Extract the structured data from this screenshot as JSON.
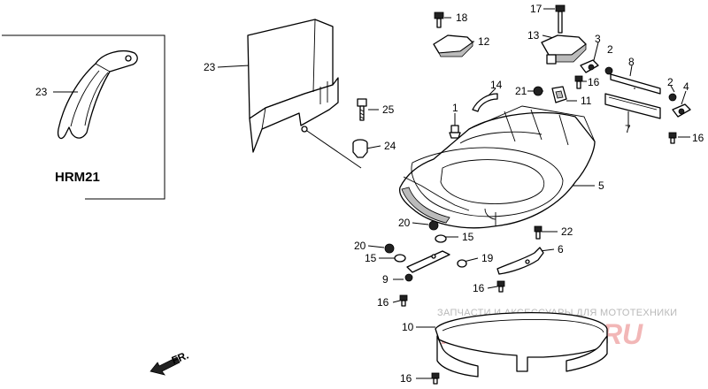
{
  "diagram": {
    "inset_model": "HRM21",
    "direction_label": "FR.",
    "watermark": {
      "caption": "ЗАПЧАСТИ И АКСЕССУАРЫ ДЛЯ МОТОТЕХНИКИ",
      "logo": "PARTSFOR.RU"
    },
    "callouts": [
      "23",
      "23",
      "18",
      "12",
      "17",
      "13",
      "3",
      "8",
      "2",
      "4",
      "14",
      "21",
      "11",
      "16",
      "7",
      "2",
      "16",
      "25",
      "1",
      "24",
      "5",
      "20",
      "15",
      "22",
      "20",
      "15",
      "19",
      "6",
      "9",
      "16",
      "16",
      "10",
      "16"
    ]
  }
}
